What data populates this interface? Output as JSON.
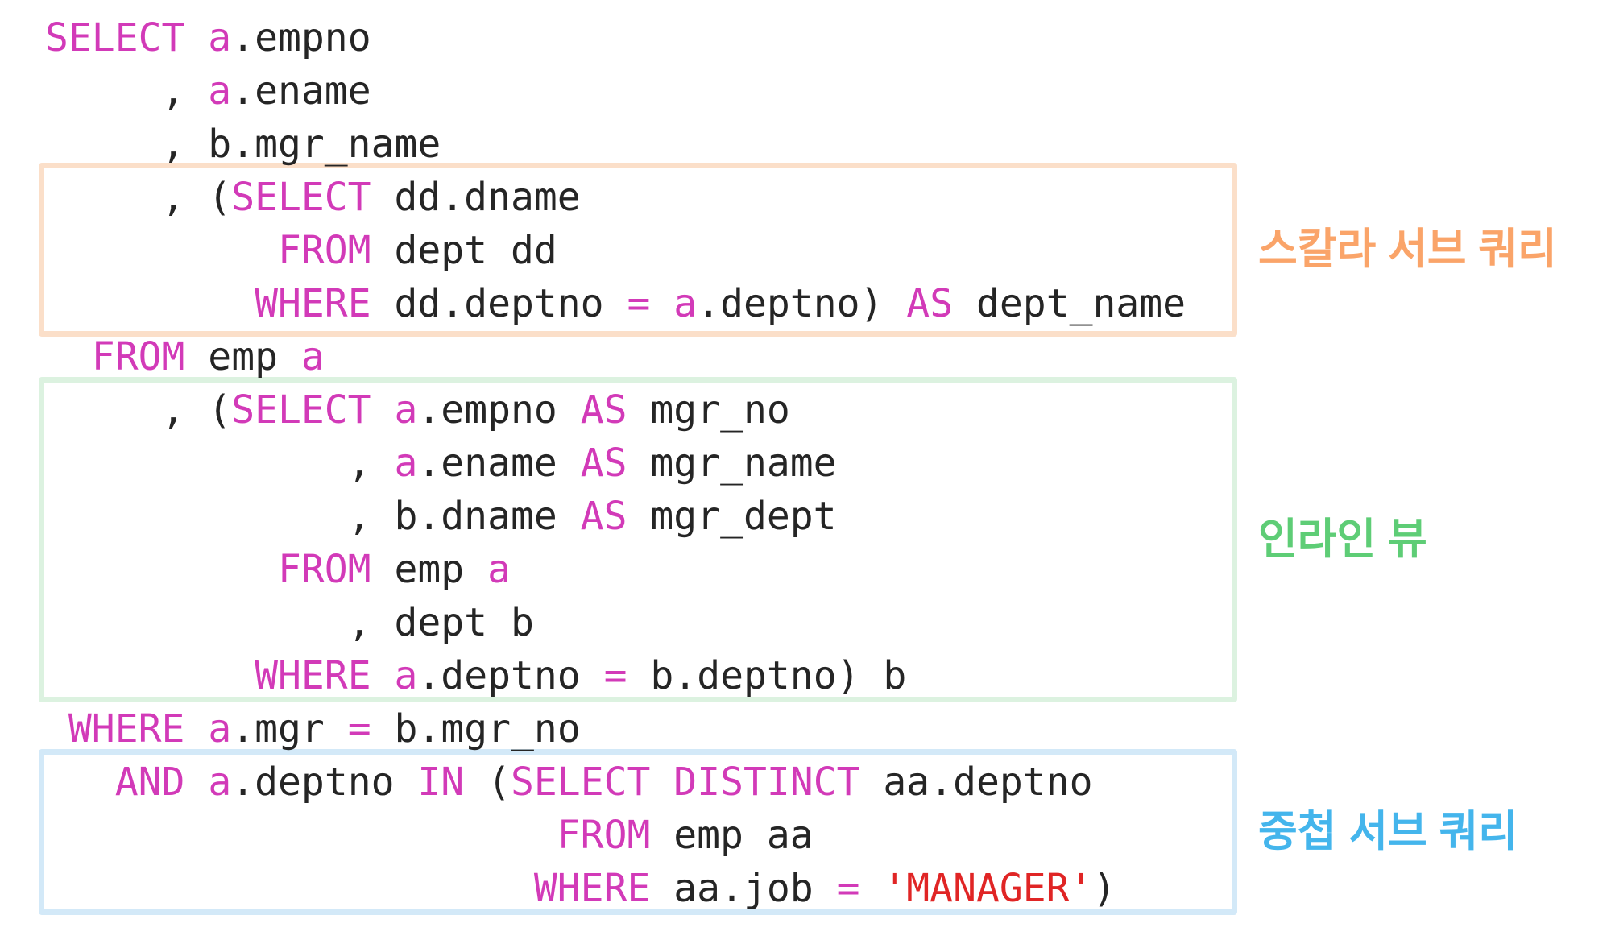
{
  "code": {
    "colors": {
      "keyword": "#d23ab8",
      "identifier": "#252525",
      "string": "#e02525"
    },
    "lines": [
      [
        {
          "c": "kw",
          "t": "SELECT"
        },
        {
          "c": "id",
          "t": " "
        },
        {
          "c": "kw",
          "t": "a"
        },
        {
          "c": "id",
          "t": ".empno"
        }
      ],
      [
        {
          "c": "id",
          "t": "     , "
        },
        {
          "c": "kw",
          "t": "a"
        },
        {
          "c": "id",
          "t": ".ename"
        }
      ],
      [
        {
          "c": "id",
          "t": "     , b.mgr_name"
        }
      ],
      [
        {
          "c": "id",
          "t": "     , ("
        },
        {
          "c": "kw",
          "t": "SELECT"
        },
        {
          "c": "id",
          "t": " dd.dname"
        }
      ],
      [
        {
          "c": "id",
          "t": "          "
        },
        {
          "c": "kw",
          "t": "FROM"
        },
        {
          "c": "id",
          "t": " dept dd"
        }
      ],
      [
        {
          "c": "id",
          "t": "         "
        },
        {
          "c": "kw",
          "t": "WHERE"
        },
        {
          "c": "id",
          "t": " dd.deptno "
        },
        {
          "c": "kw",
          "t": "="
        },
        {
          "c": "id",
          "t": " "
        },
        {
          "c": "kw",
          "t": "a"
        },
        {
          "c": "id",
          "t": ".deptno) "
        },
        {
          "c": "kw",
          "t": "AS"
        },
        {
          "c": "id",
          "t": " dept_name"
        }
      ],
      [
        {
          "c": "id",
          "t": "  "
        },
        {
          "c": "kw",
          "t": "FROM"
        },
        {
          "c": "id",
          "t": " emp "
        },
        {
          "c": "kw",
          "t": "a"
        }
      ],
      [
        {
          "c": "id",
          "t": "     , ("
        },
        {
          "c": "kw",
          "t": "SELECT"
        },
        {
          "c": "id",
          "t": " "
        },
        {
          "c": "kw",
          "t": "a"
        },
        {
          "c": "id",
          "t": ".empno "
        },
        {
          "c": "kw",
          "t": "AS"
        },
        {
          "c": "id",
          "t": " mgr_no"
        }
      ],
      [
        {
          "c": "id",
          "t": "             , "
        },
        {
          "c": "kw",
          "t": "a"
        },
        {
          "c": "id",
          "t": ".ename "
        },
        {
          "c": "kw",
          "t": "AS"
        },
        {
          "c": "id",
          "t": " mgr_name"
        }
      ],
      [
        {
          "c": "id",
          "t": "             , b.dname "
        },
        {
          "c": "kw",
          "t": "AS"
        },
        {
          "c": "id",
          "t": " mgr_dept"
        }
      ],
      [
        {
          "c": "id",
          "t": "          "
        },
        {
          "c": "kw",
          "t": "FROM"
        },
        {
          "c": "id",
          "t": " emp "
        },
        {
          "c": "kw",
          "t": "a"
        }
      ],
      [
        {
          "c": "id",
          "t": "             , dept b"
        }
      ],
      [
        {
          "c": "id",
          "t": "         "
        },
        {
          "c": "kw",
          "t": "WHERE"
        },
        {
          "c": "id",
          "t": " "
        },
        {
          "c": "kw",
          "t": "a"
        },
        {
          "c": "id",
          "t": ".deptno "
        },
        {
          "c": "kw",
          "t": "="
        },
        {
          "c": "id",
          "t": " b.deptno) b"
        }
      ],
      [
        {
          "c": "id",
          "t": " "
        },
        {
          "c": "kw",
          "t": "WHERE"
        },
        {
          "c": "id",
          "t": " "
        },
        {
          "c": "kw",
          "t": "a"
        },
        {
          "c": "id",
          "t": ".mgr "
        },
        {
          "c": "kw",
          "t": "="
        },
        {
          "c": "id",
          "t": " b.mgr_no"
        }
      ],
      [
        {
          "c": "id",
          "t": "   "
        },
        {
          "c": "kw",
          "t": "AND"
        },
        {
          "c": "id",
          "t": " "
        },
        {
          "c": "kw",
          "t": "a"
        },
        {
          "c": "id",
          "t": ".deptno "
        },
        {
          "c": "kw",
          "t": "IN"
        },
        {
          "c": "id",
          "t": " ("
        },
        {
          "c": "kw",
          "t": "SELECT"
        },
        {
          "c": "id",
          "t": " "
        },
        {
          "c": "kw",
          "t": "DISTINCT"
        },
        {
          "c": "id",
          "t": " aa.deptno"
        }
      ],
      [
        {
          "c": "id",
          "t": "                      "
        },
        {
          "c": "kw",
          "t": "FROM"
        },
        {
          "c": "id",
          "t": " emp aa"
        }
      ],
      [
        {
          "c": "id",
          "t": "                     "
        },
        {
          "c": "kw",
          "t": "WHERE"
        },
        {
          "c": "id",
          "t": " aa.job "
        },
        {
          "c": "kw",
          "t": "="
        },
        {
          "c": "id",
          "t": " "
        },
        {
          "c": "str",
          "t": "'MANAGER'"
        },
        {
          "c": "id",
          "t": ")"
        }
      ]
    ]
  },
  "annotations": {
    "scalar_subquery": {
      "label": "스칼라 서브 쿼리",
      "color": "#faa469",
      "border": "#fbdfc9"
    },
    "inline_view": {
      "label": "인라인 뷰",
      "color": "#5ecd76",
      "border": "#dcf2e0"
    },
    "nested_subquery": {
      "label": "중첩 서브 쿼리",
      "color": "#44b5ec",
      "border": "#d3e9f8"
    }
  }
}
